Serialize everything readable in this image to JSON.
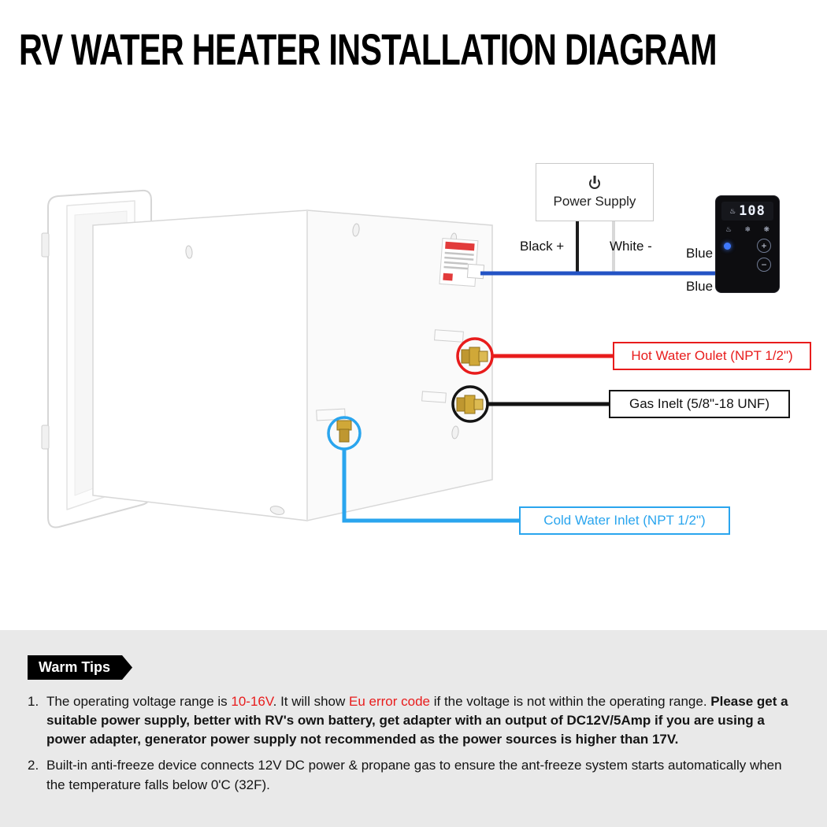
{
  "title": "RV WATER HEATER INSTALLATION DIAGRAM",
  "power_supply": {
    "label": "Power Supply"
  },
  "wires": {
    "black": "Black +",
    "white": "White -",
    "blue_top": "Blue",
    "blue_bottom": "Blue"
  },
  "controller": {
    "display": "108",
    "icons": {
      "flame": "♨",
      "snowflake": "❄",
      "shower": "❋"
    },
    "buttons": {
      "plus": "+",
      "minus": "−"
    }
  },
  "ports": {
    "hot": {
      "label": "Hot Water Oulet (NPT 1/2\")"
    },
    "gas": {
      "label": "Gas Inelt (5/8\"-18 UNF)"
    },
    "cold": {
      "label": "Cold Water Inlet (NPT 1/2\")"
    }
  },
  "colors": {
    "hot": "#e81c1c",
    "gas": "#141414",
    "cold": "#2aa5ee",
    "wire": "#2353c4",
    "tip_red": "#e81c1c",
    "section_bg": "#e9e9e9",
    "badge_bg": "#000000"
  },
  "warm_tips": {
    "header": "Warm Tips",
    "tips": [
      {
        "number": "1.",
        "segments": [
          {
            "text": "The operating voltage range is "
          },
          {
            "text": "10-16V",
            "red": true
          },
          {
            "text": ". It will show "
          },
          {
            "text": "Eu error code",
            "red": true
          },
          {
            "text": " if the voltage is not within the operating range. "
          },
          {
            "text": "Please get a suitable power supply, better with RV's own battery, get adapter with an output of DC12V/5Amp if you are using a power adapter, generator power supply not recommended as the power sources is higher than 17V.",
            "bold": true
          }
        ]
      },
      {
        "number": "2.",
        "segments": [
          {
            "text": "Built-in anti-freeze device connects 12V DC power & propane gas to ensure the ant-freeze system starts automatically when the temperature falls below 0'C (32F)."
          }
        ]
      }
    ]
  }
}
